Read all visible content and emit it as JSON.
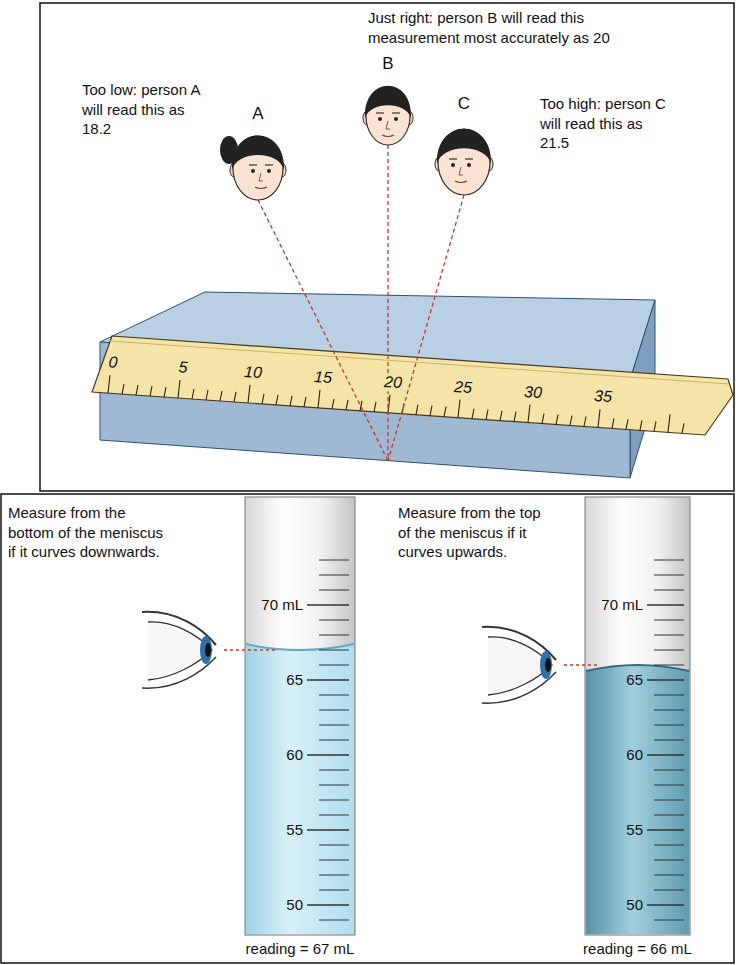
{
  "diagram": {
    "labels": [
      "Just right: person B will read this measurement most accurately as 20",
      "A",
      "B",
      "C",
      "Too low: person A will read this as 18.2",
      "Too high: person C will read this as 21.5",
      "0",
      "5",
      "10",
      "15",
      "20",
      "25",
      "30",
      "35",
      "Measure from the bottom of the meniscus if it curves downwards.",
      "Measure from the top of the meniscus if it curves upwards.",
      "70 mL",
      "65",
      "60",
      "55",
      "50",
      "reading = 67 mL",
      "70 mL",
      "65",
      "60",
      "55",
      "50",
      "reading = 66 mL"
    ]
  }
}
